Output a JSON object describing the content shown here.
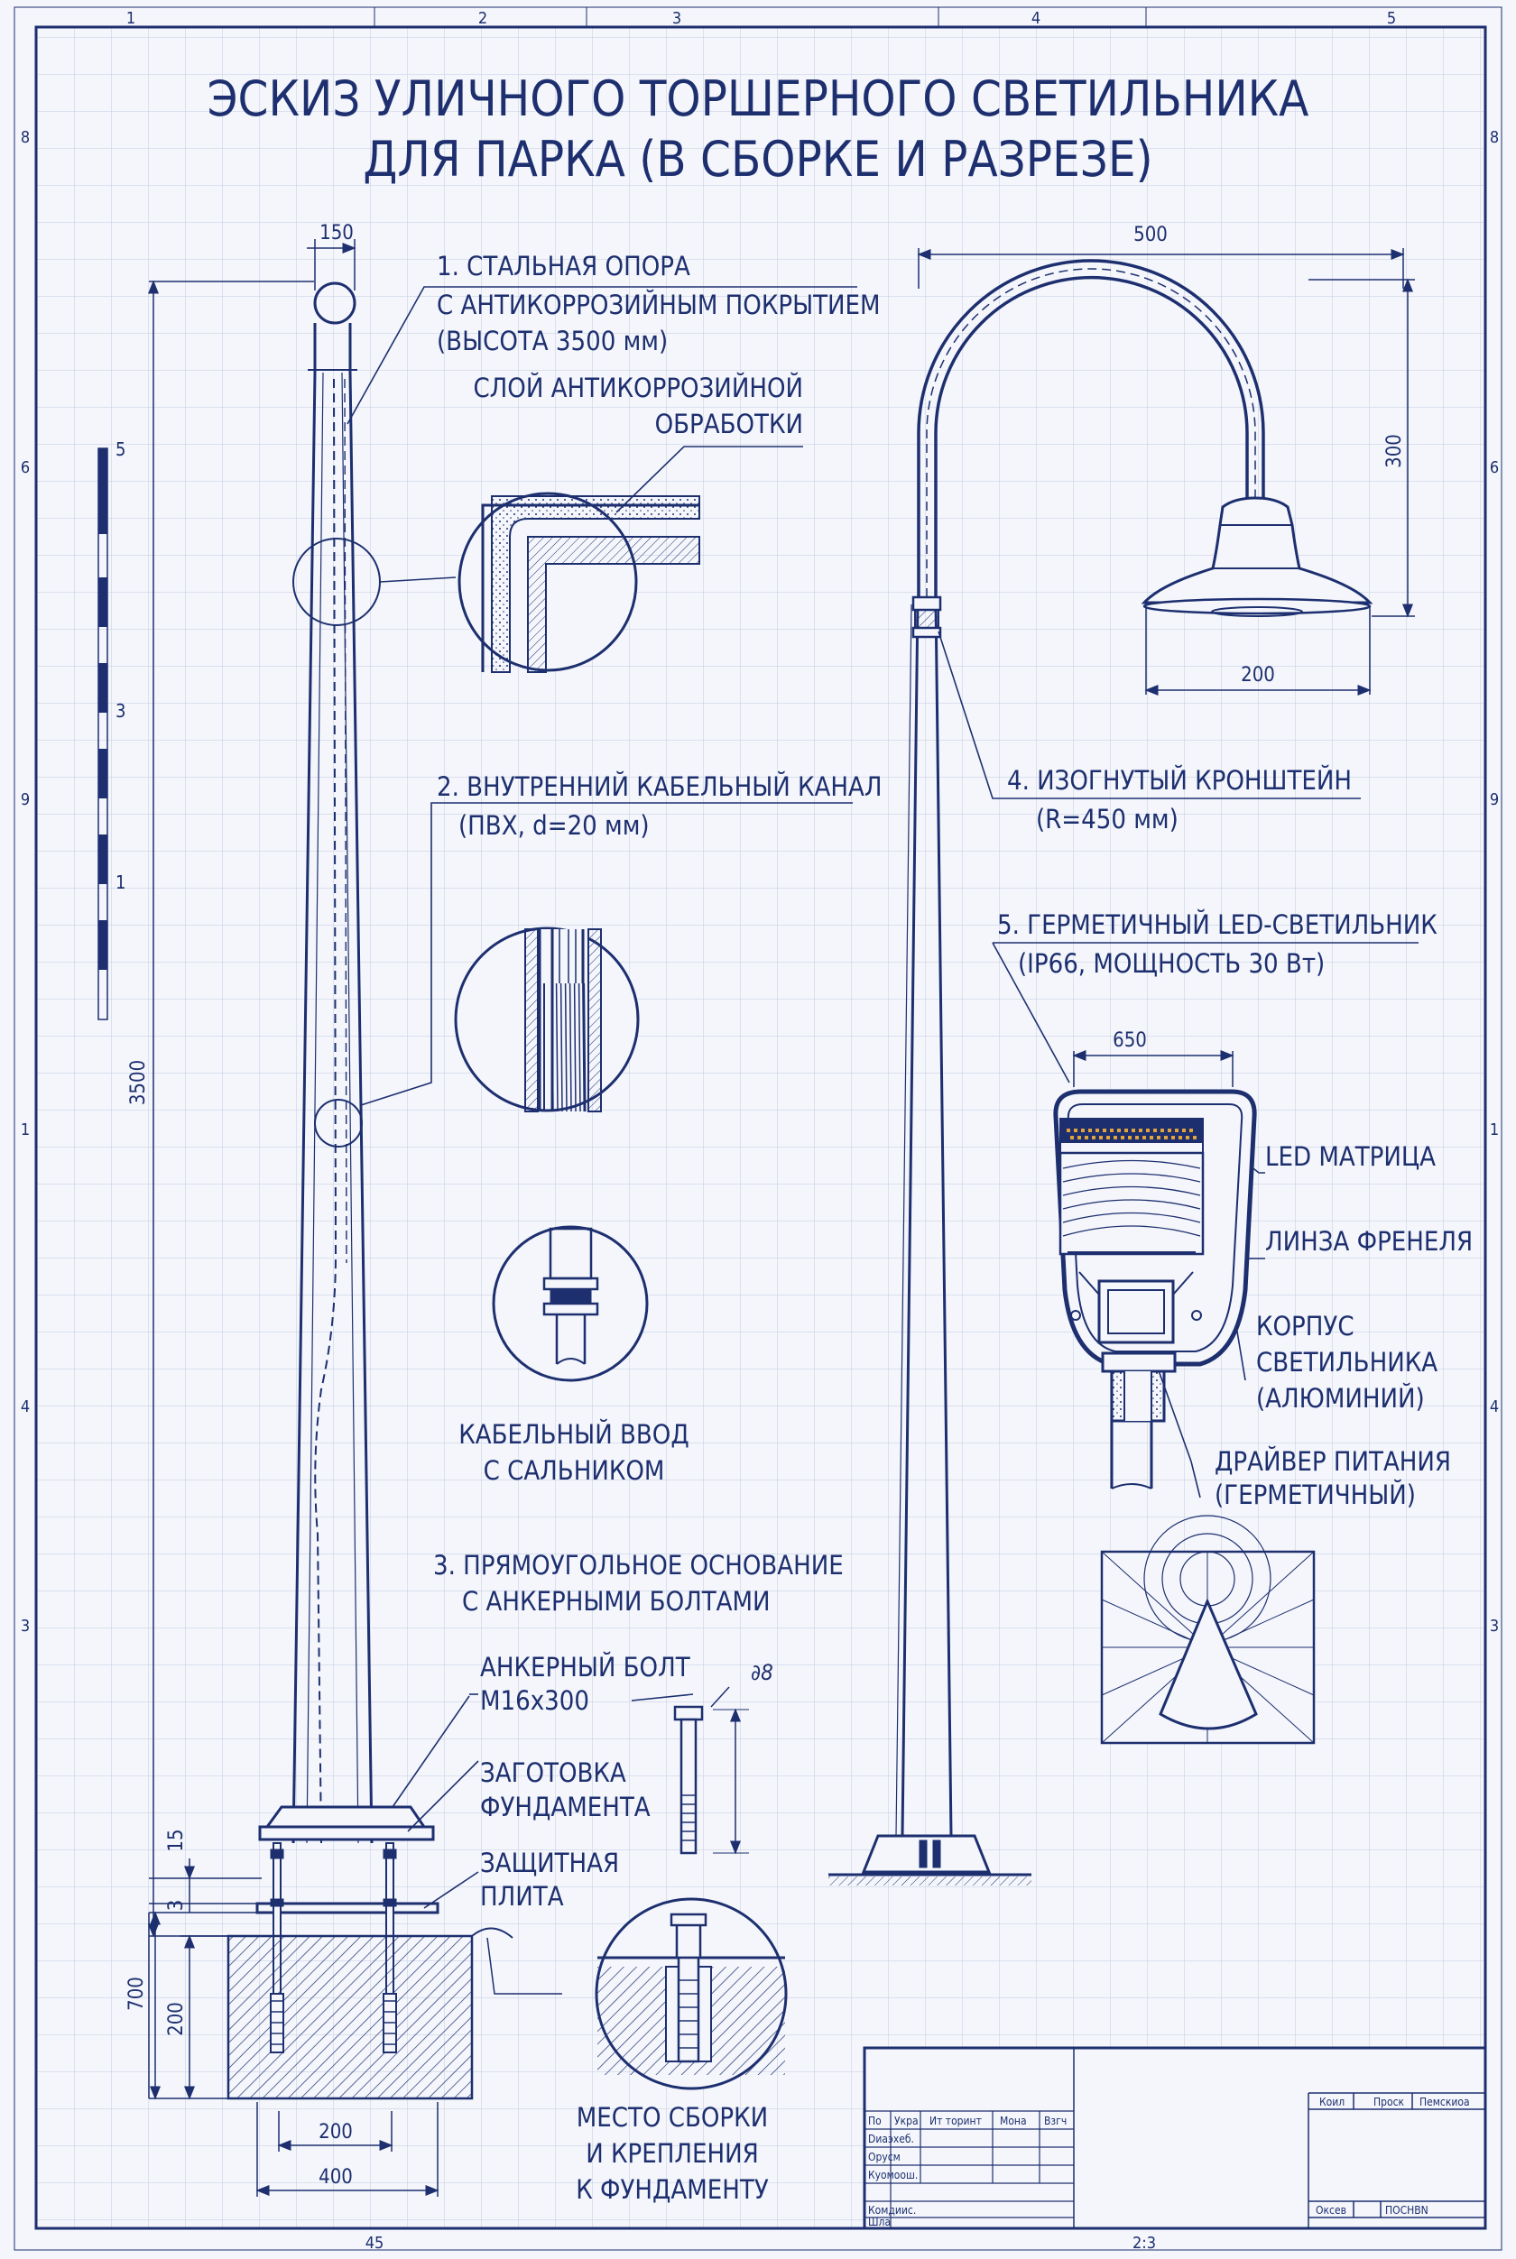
{
  "title": {
    "line1": "ЭСКИЗ УЛИЧНОГО ТОРШЕРНОГО СВЕТИЛЬНИКА",
    "line2": "ДЛЯ ПАРКА (В СБОРКЕ И РАЗРЕЗЕ)"
  },
  "border": {
    "top_zones": [
      "1",
      "2",
      "3",
      "4",
      "5"
    ],
    "side_zones": [
      "8",
      "6",
      "9",
      "1",
      "4",
      "3"
    ],
    "bottom_marks": [
      "45",
      "2:3"
    ]
  },
  "scale_bar": {
    "marks": [
      "5",
      "3",
      "1"
    ]
  },
  "callouts": {
    "pole": {
      "line1": "1. СТАЛЬНАЯ ОПОРА",
      "line2": "С АНТИКОРРОЗИЙНЫМ ПОКРЫТИЕМ",
      "line3": "(ВЫСОТА 3500 мм)"
    },
    "coating": {
      "line1": "СЛОЙ АНТИКОРРОЗИЙНОЙ",
      "line2": "ОБРАБОТКИ"
    },
    "channel": {
      "line1": "2. ВНУТРЕННИЙ КАБЕЛЬНЫЙ КАНАЛ",
      "line2": "(ПВХ, d=20 мм)"
    },
    "gland": {
      "line1": "КАБЕЛЬНЫЙ ВВОД",
      "line2": "С САЛЬНИКОМ"
    },
    "base": {
      "line1": "3. ПРЯМОУГОЛЬНОЕ ОСНОВАНИЕ",
      "line2": "С АНКЕРНЫМИ БОЛТАМИ"
    },
    "anchor": {
      "line1": "АНКЕРНЫЙ БОЛТ",
      "line2": "М16х300"
    },
    "foundation": {
      "line1": "ЗАГОТОВКА",
      "line2": "ФУНДАМЕНТА"
    },
    "plate": {
      "line1": "ЗАЩИТНАЯ",
      "line2": "ПЛИТА"
    },
    "assembly": {
      "line1": "МЕСТО СБОРКИ",
      "line2": "И КРЕПЛЕНИЯ",
      "line3": "К ФУНДАМЕНТУ"
    },
    "bracket": {
      "line1": "4. ИЗОГНУТЫЙ КРОНШТЕЙН",
      "line2": "(R=450 мм)"
    },
    "luminaire": {
      "line1": "5. ГЕРМЕТИЧНЫЙ LED-СВЕТИЛЬНИК",
      "line2": "(IP66, МОЩНОСТЬ 30 Вт)"
    },
    "led": "LED МАТРИЦА",
    "lens": "ЛИНЗА ФРЕНЕЛЯ",
    "body": {
      "line1": "КОРПУС",
      "line2": "СВЕТИЛЬНИКА",
      "line3": "(АЛЮМИНИЙ)"
    },
    "driver": {
      "line1": "ДРАЙВЕР ПИТАНИЯ",
      "line2": "(ГЕРМЕТИЧНЫЙ)"
    }
  },
  "dimensions": {
    "top_width": "150",
    "height": "3500",
    "h15": "15",
    "h3": "3",
    "h700": "700",
    "h200": "200",
    "w200": "200",
    "w400": "400",
    "bolt_d": "∂8",
    "arm_reach": "500",
    "arm_drop": "300",
    "shade_d": "200",
    "lum_width": "650"
  },
  "title_block": {
    "rows": [
      "По",
      "Dиаэхеб.",
      "Орусм",
      "Куомоош.",
      "Комдиис.",
      "Шла"
    ],
    "header": [
      "Укра",
      "Ит торинт",
      "Мона",
      "Взгч"
    ],
    "right_header": [
      "Коил",
      "Проск",
      "Пемскиоа"
    ],
    "right_bottom": [
      "Оксев",
      "ПОСНВN"
    ]
  }
}
